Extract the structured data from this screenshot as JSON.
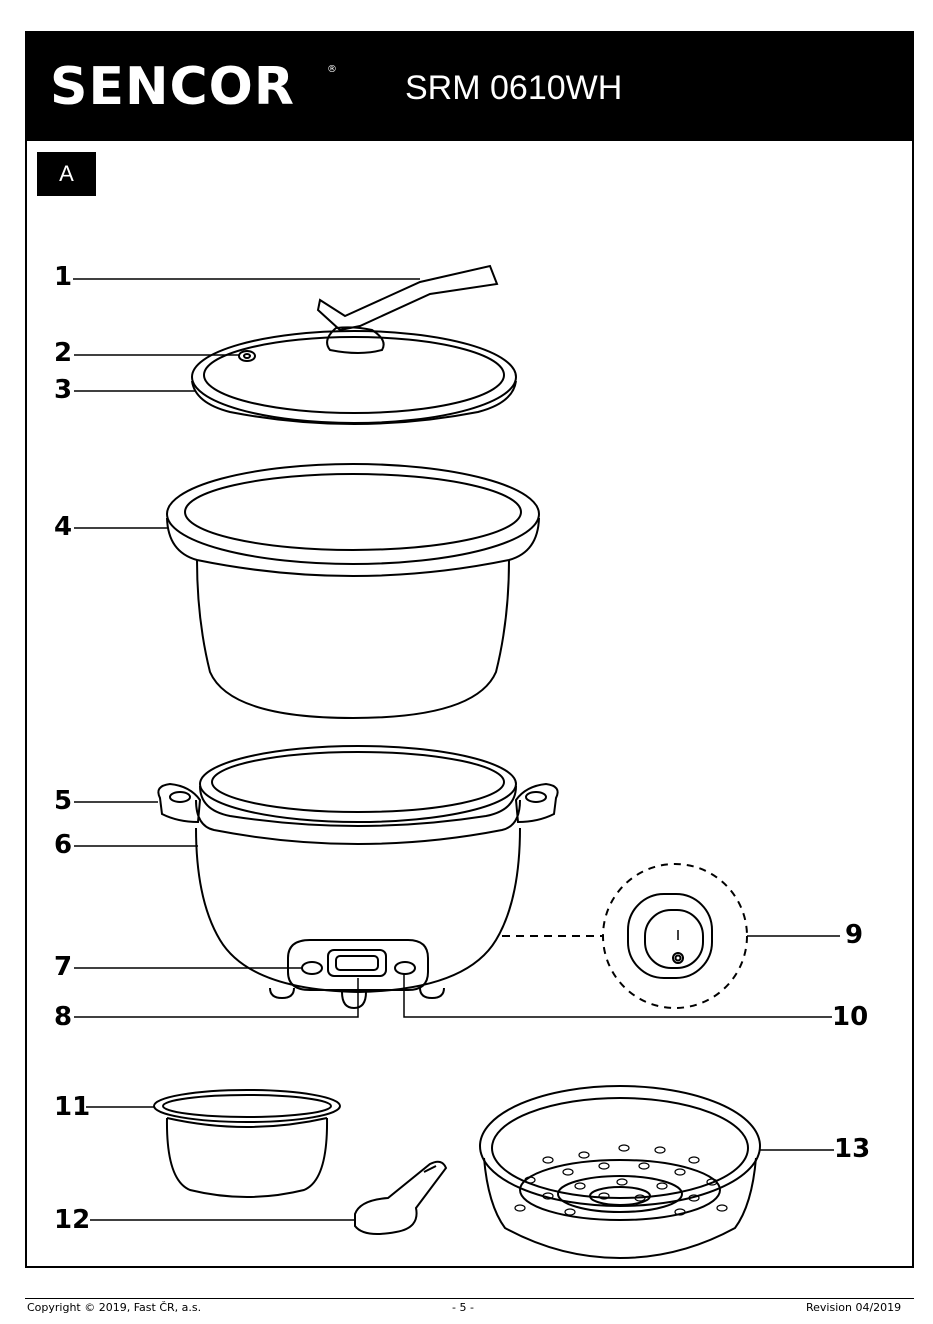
{
  "header": {
    "brand": "SENCOR",
    "registered_mark": "®",
    "model": "SRM 0610WH"
  },
  "figure_label": "A",
  "callouts": [
    "1",
    "2",
    "3",
    "4",
    "5",
    "6",
    "7",
    "8",
    "9",
    "10",
    "11",
    "12",
    "13"
  ],
  "footer": {
    "copyright": "Copyright © 2019, Fast ČR, a.s.",
    "page": "- 5 -",
    "revision": "Revision 04/2019"
  }
}
